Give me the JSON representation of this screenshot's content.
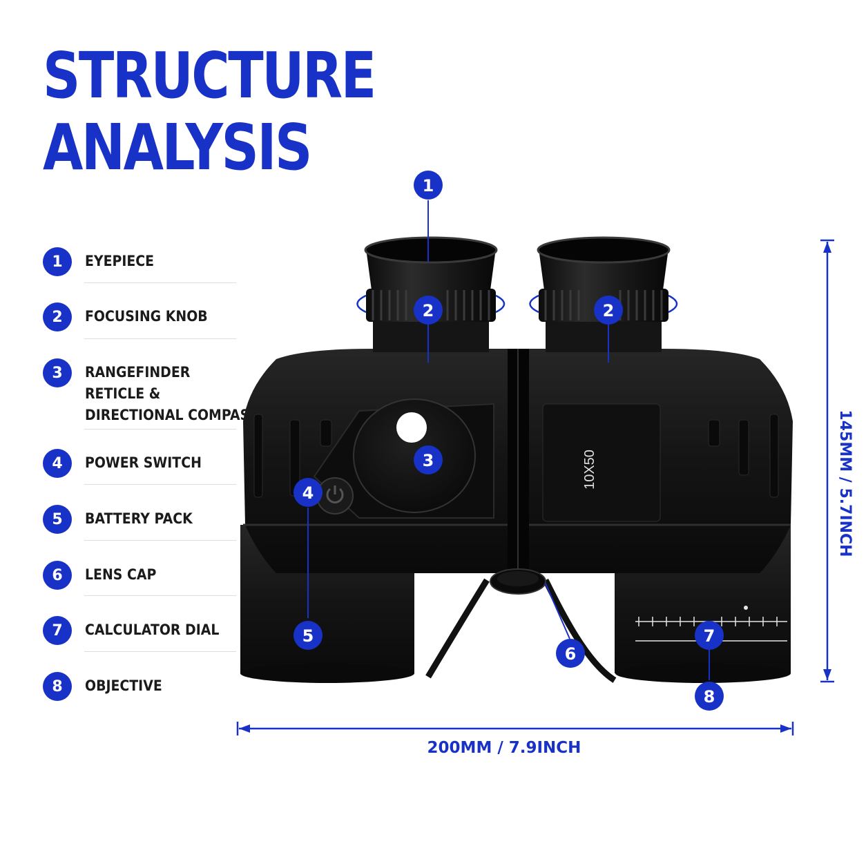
{
  "title": {
    "line1": "STRUCTURE",
    "line2": "ANALYSIS"
  },
  "legend": [
    {
      "number": "1",
      "label": [
        "EYEPIECE"
      ]
    },
    {
      "number": "2",
      "label": [
        "FOCUSING KNOB"
      ]
    },
    {
      "number": "3",
      "label": [
        "RANGEFINDER",
        "RETICLE &",
        "DIRECTIONAL COMPASS"
      ]
    },
    {
      "number": "4",
      "label": [
        "POWER SWITCH"
      ]
    },
    {
      "number": "5",
      "label": [
        "BATTERY PACK"
      ]
    },
    {
      "number": "6",
      "label": [
        "LENS CAP"
      ]
    },
    {
      "number": "7",
      "label": [
        "CALCULATOR DIAL"
      ]
    },
    {
      "number": "8",
      "label": [
        "OBJECTIVE"
      ]
    }
  ],
  "callouts": [
    "1",
    "2",
    "2",
    "3",
    "4",
    "5",
    "6",
    "7",
    "8"
  ],
  "dimensions": {
    "height": "145MM / 5.7INCH",
    "width": "200MM / 7.9INCH"
  },
  "product": {
    "model_label": "10X50"
  },
  "colors": {
    "accent": "#1832c8",
    "body": "#131313",
    "text": "#1b1b1b"
  }
}
